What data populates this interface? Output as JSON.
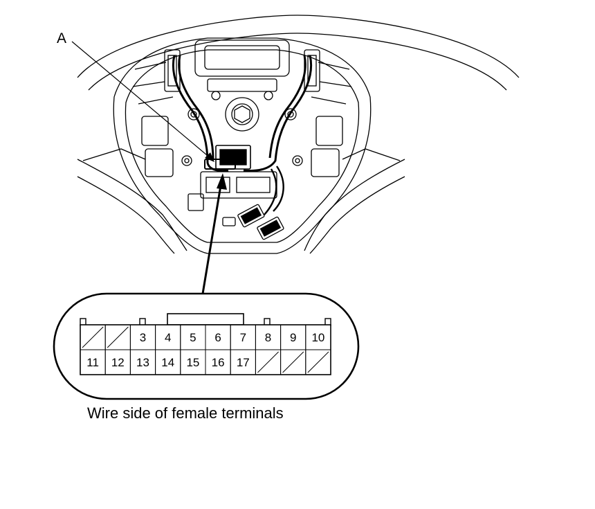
{
  "callout_label": "A",
  "caption": "Wire side of female terminals",
  "connector": {
    "top_row": [
      "",
      "",
      "3",
      "4",
      "5",
      "6",
      "7",
      "8",
      "9",
      "10"
    ],
    "bottom_row": [
      "11",
      "12",
      "13",
      "14",
      "15",
      "16",
      "17",
      "",
      "",
      ""
    ]
  }
}
